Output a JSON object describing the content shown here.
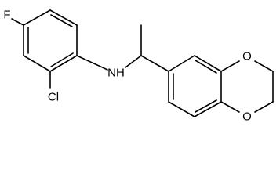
{
  "molecule": {
    "atoms": {
      "fluorine": "F",
      "chlorine": "Cl",
      "amine": "NH",
      "oxygen_top": "O",
      "oxygen_bottom": "O"
    }
  }
}
